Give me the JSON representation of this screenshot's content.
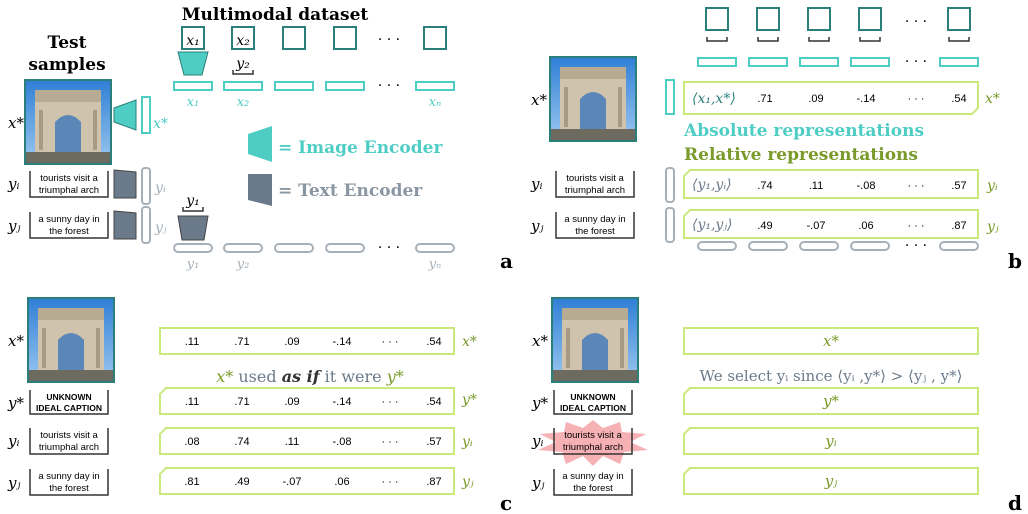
{
  "colors": {
    "teal": "#4ecdc4",
    "teal_dark": "#2a7f7a",
    "gray": "#6b7a8a",
    "gray_light": "#a6b0ba",
    "green": "#c9ea7a",
    "green_text": "#7a9a2a",
    "red_burst": "#f4a3a8"
  },
  "panel_a": {
    "dataset_title": "Multimodal dataset",
    "test_title_1": "Test",
    "test_title_2": "samples",
    "x_labels": [
      "x1",
      "x2"
    ],
    "x_label_display": [
      "x₁",
      "x₂"
    ],
    "y_label_top": "y₂",
    "y_label_mid": "y₁",
    "x_bottom": [
      "x₁",
      "x₂",
      "xₙ"
    ],
    "y_bottom": [
      "y₁",
      "y₂",
      "yₙ"
    ],
    "ellipsis": "· · ·",
    "xstar": "x*",
    "yi": "yᵢ",
    "yj": "yⱼ",
    "caption_i": "tourists visit a triumphal arch",
    "caption_j": "a sunny day in the forest",
    "legend_image": "= Image Encoder",
    "legend_text": "= Text Encoder",
    "letter": "a"
  },
  "panel_b": {
    "abs_title": "Absolute representations",
    "rel_title": "Relative representations",
    "row_x": {
      "label": "⟨x₁,x*⟩",
      "vals": [
        ".71",
        ".09",
        "-.14",
        "· · ·",
        ".54"
      ]
    },
    "row_yi": {
      "label": "⟨y₁,yᵢ⟩",
      "vals": [
        ".74",
        ".11",
        "-.08",
        "· · ·",
        ".57"
      ]
    },
    "row_yj": {
      "label": "⟨y₁,yⱼ⟩",
      "vals": [
        ".49",
        "-.07",
        ".06",
        "· · ·",
        ".87"
      ]
    },
    "letter": "b"
  },
  "panel_c": {
    "row_x": [
      ".11",
      ".71",
      ".09",
      "-.14",
      "· · ·",
      ".54"
    ],
    "row_ystar": [
      ".11",
      ".71",
      ".09",
      "-.14",
      "· · ·",
      ".54"
    ],
    "row_yi": [
      ".08",
      ".74",
      ".11",
      "-.08",
      "· · ·",
      ".57"
    ],
    "row_yj": [
      ".81",
      ".49",
      "-.07",
      ".06",
      "· · ·",
      ".87"
    ],
    "sentence_a": "x*",
    "sentence_b": " used ",
    "sentence_c": "as if",
    "sentence_d": " it were ",
    "sentence_e": "y*",
    "ystar": "y*",
    "unknown_1": "UNKNOWN",
    "unknown_2": "IDEAL CAPTION",
    "letter": "c"
  },
  "panel_d": {
    "box_x": "x*",
    "box_ystar": "y*",
    "box_yi": "yᵢ",
    "box_yj": "yⱼ",
    "select_text": "We select yᵢ since ⟨yᵢ ,y*⟩ > ⟨yⱼ , y*⟩",
    "letter": "d"
  }
}
